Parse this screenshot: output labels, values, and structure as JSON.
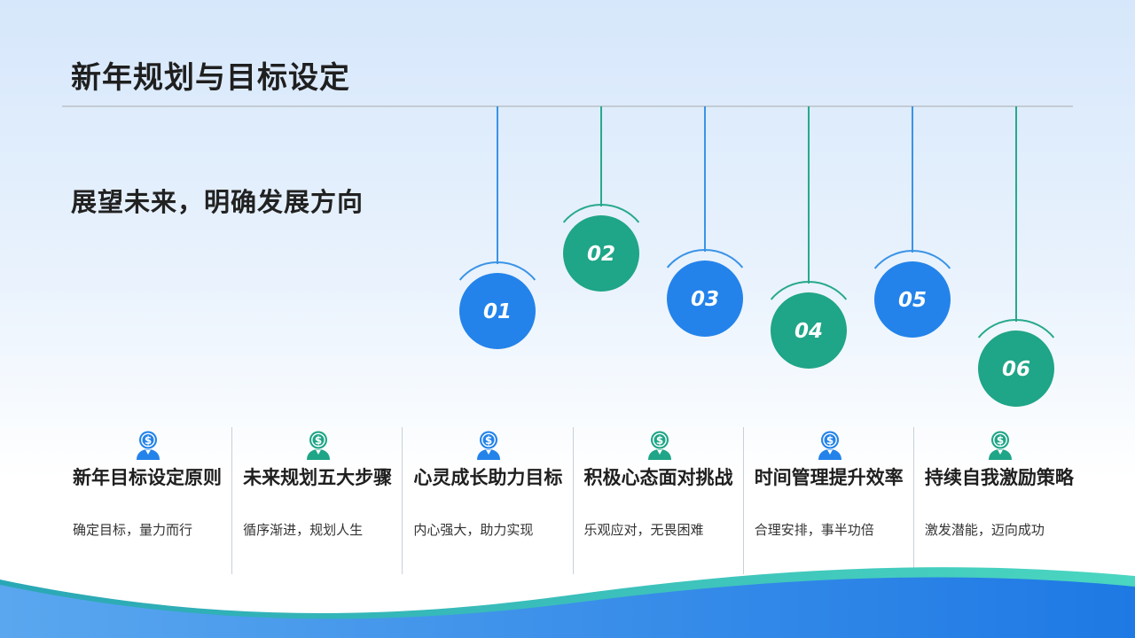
{
  "slide": {
    "title": "新年规划与目标设定",
    "subtitle": "展望未来，明确发展方向"
  },
  "colors": {
    "blue": "#2383ea",
    "green": "#1fa587",
    "line_blue": "#3a93e6",
    "line_green": "#27a98b"
  },
  "pendants": [
    {
      "number": "01",
      "color": "blue"
    },
    {
      "number": "02",
      "color": "green"
    },
    {
      "number": "03",
      "color": "blue"
    },
    {
      "number": "04",
      "color": "green"
    },
    {
      "number": "05",
      "color": "blue"
    },
    {
      "number": "06",
      "color": "green"
    }
  ],
  "items": [
    {
      "title": "新年目标设定原则",
      "desc": "确定目标，量力而行",
      "icon": "dollar-person-icon",
      "icon_color": "blue"
    },
    {
      "title": "未来规划五大步骤",
      "desc": "循序渐进，规划人生",
      "icon": "dollar-person-icon",
      "icon_color": "green"
    },
    {
      "title": "心灵成长助力目标",
      "desc": "内心强大，助力实现",
      "icon": "dollar-person-icon",
      "icon_color": "blue"
    },
    {
      "title": "积极心态面对挑战",
      "desc": "乐观应对，无畏困难",
      "icon": "dollar-person-icon",
      "icon_color": "green"
    },
    {
      "title": "时间管理提升效率",
      "desc": "合理安排，事半功倍",
      "icon": "dollar-person-icon",
      "icon_color": "blue"
    },
    {
      "title": "持续自我激励策略",
      "desc": "激发潜能，迈向成功",
      "icon": "dollar-person-icon",
      "icon_color": "green"
    }
  ]
}
